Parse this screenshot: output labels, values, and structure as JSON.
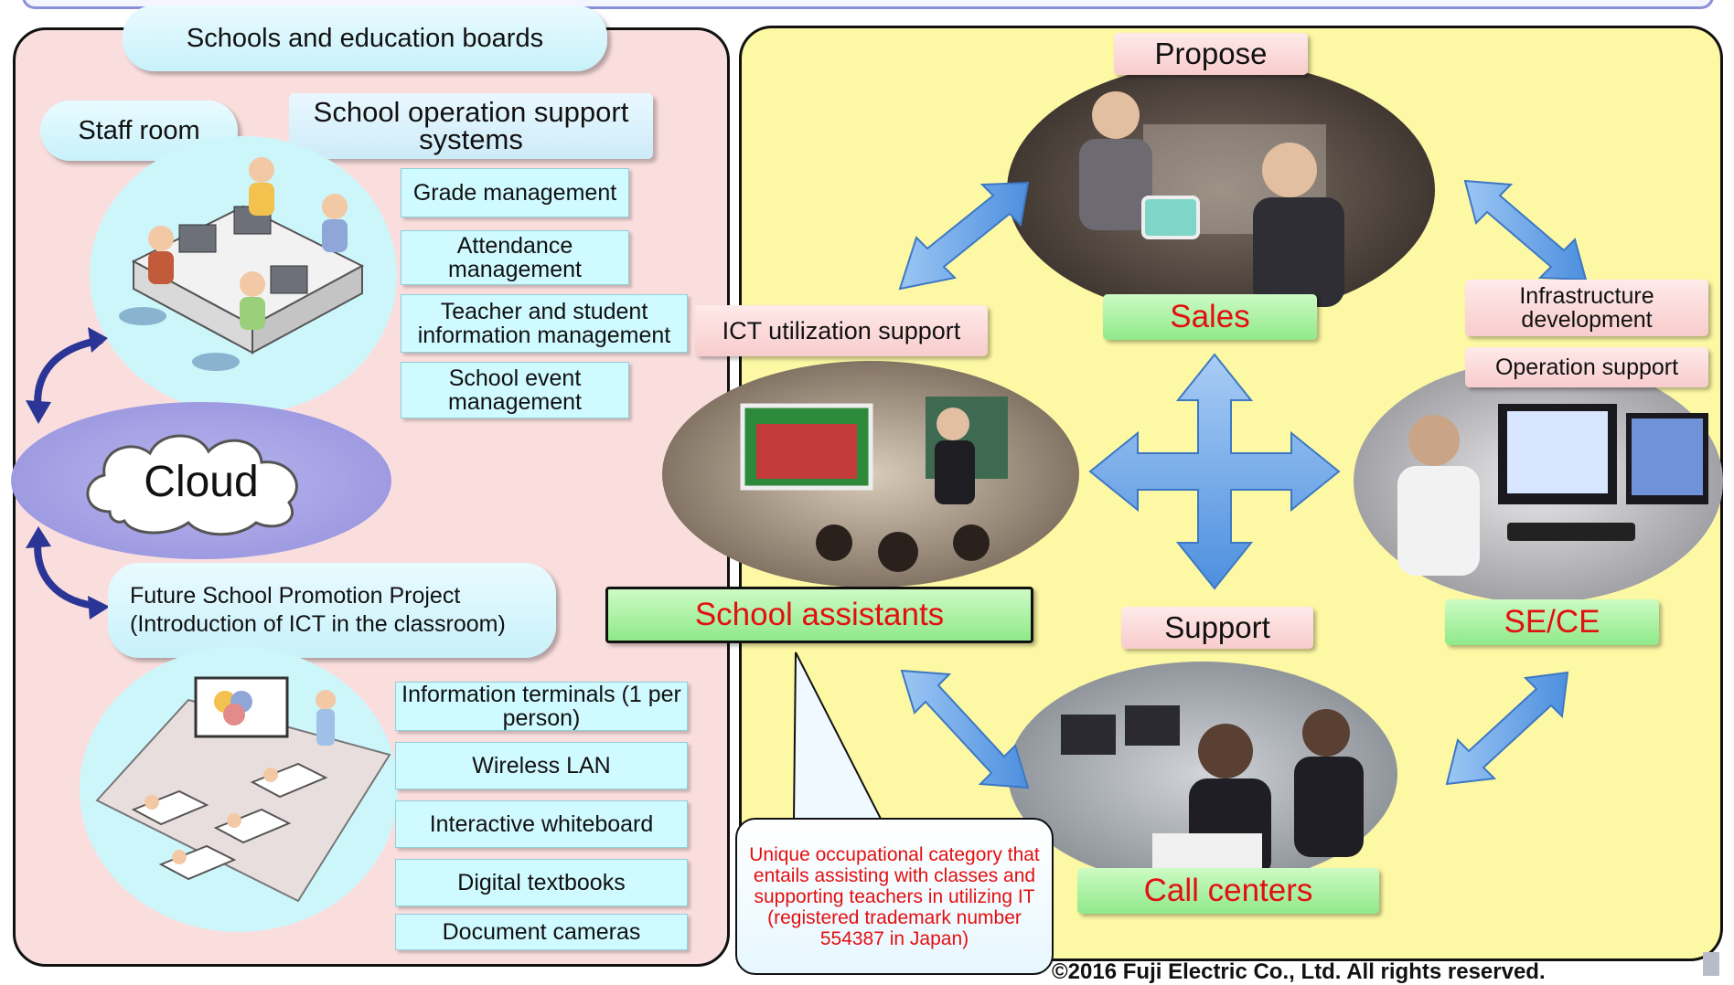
{
  "left": {
    "title": "Schools and education boards",
    "staff_room": "Staff room",
    "school_systems": {
      "title": "School operation support systems",
      "items": [
        "Grade management",
        "Attendance management",
        "Teacher and student information management",
        "School event management"
      ]
    },
    "cloud": "Cloud",
    "future_school": "Future School Promotion Project (Introduction of ICT in the classroom)",
    "classroom_items": [
      "Information terminals (1 per person)",
      "Wireless LAN",
      "Interactive whiteboard",
      "Digital textbooks",
      "Document cameras"
    ]
  },
  "right": {
    "propose": "Propose",
    "sales": "Sales",
    "infrastructure": "Infrastructure development",
    "operation": "Operation support",
    "ict_support": "ICT utilization support",
    "school_assistants": "School assistants",
    "support": "Support",
    "se_ce": "SE/CE",
    "call_centers": "Call centers",
    "callout": "Unique occupational category that entails assisting with classes and supporting teachers in utilizing IT (registered trademark number 554387 in Japan)"
  },
  "copyright": "©2016 Fuji Electric Co., Ltd. All rights reserved.",
  "colors": {
    "left_bg": "#fadede",
    "right_bg": "#fdf8a4",
    "arrow": "#6aa6e8",
    "label_red": "#e31010",
    "cloud": "#9f9be2"
  },
  "icons": [
    "cloud-icon",
    "staff-room-illustration",
    "classroom-illustration",
    "bidirectional-arrow-icon",
    "four-way-arrow-icon"
  ]
}
